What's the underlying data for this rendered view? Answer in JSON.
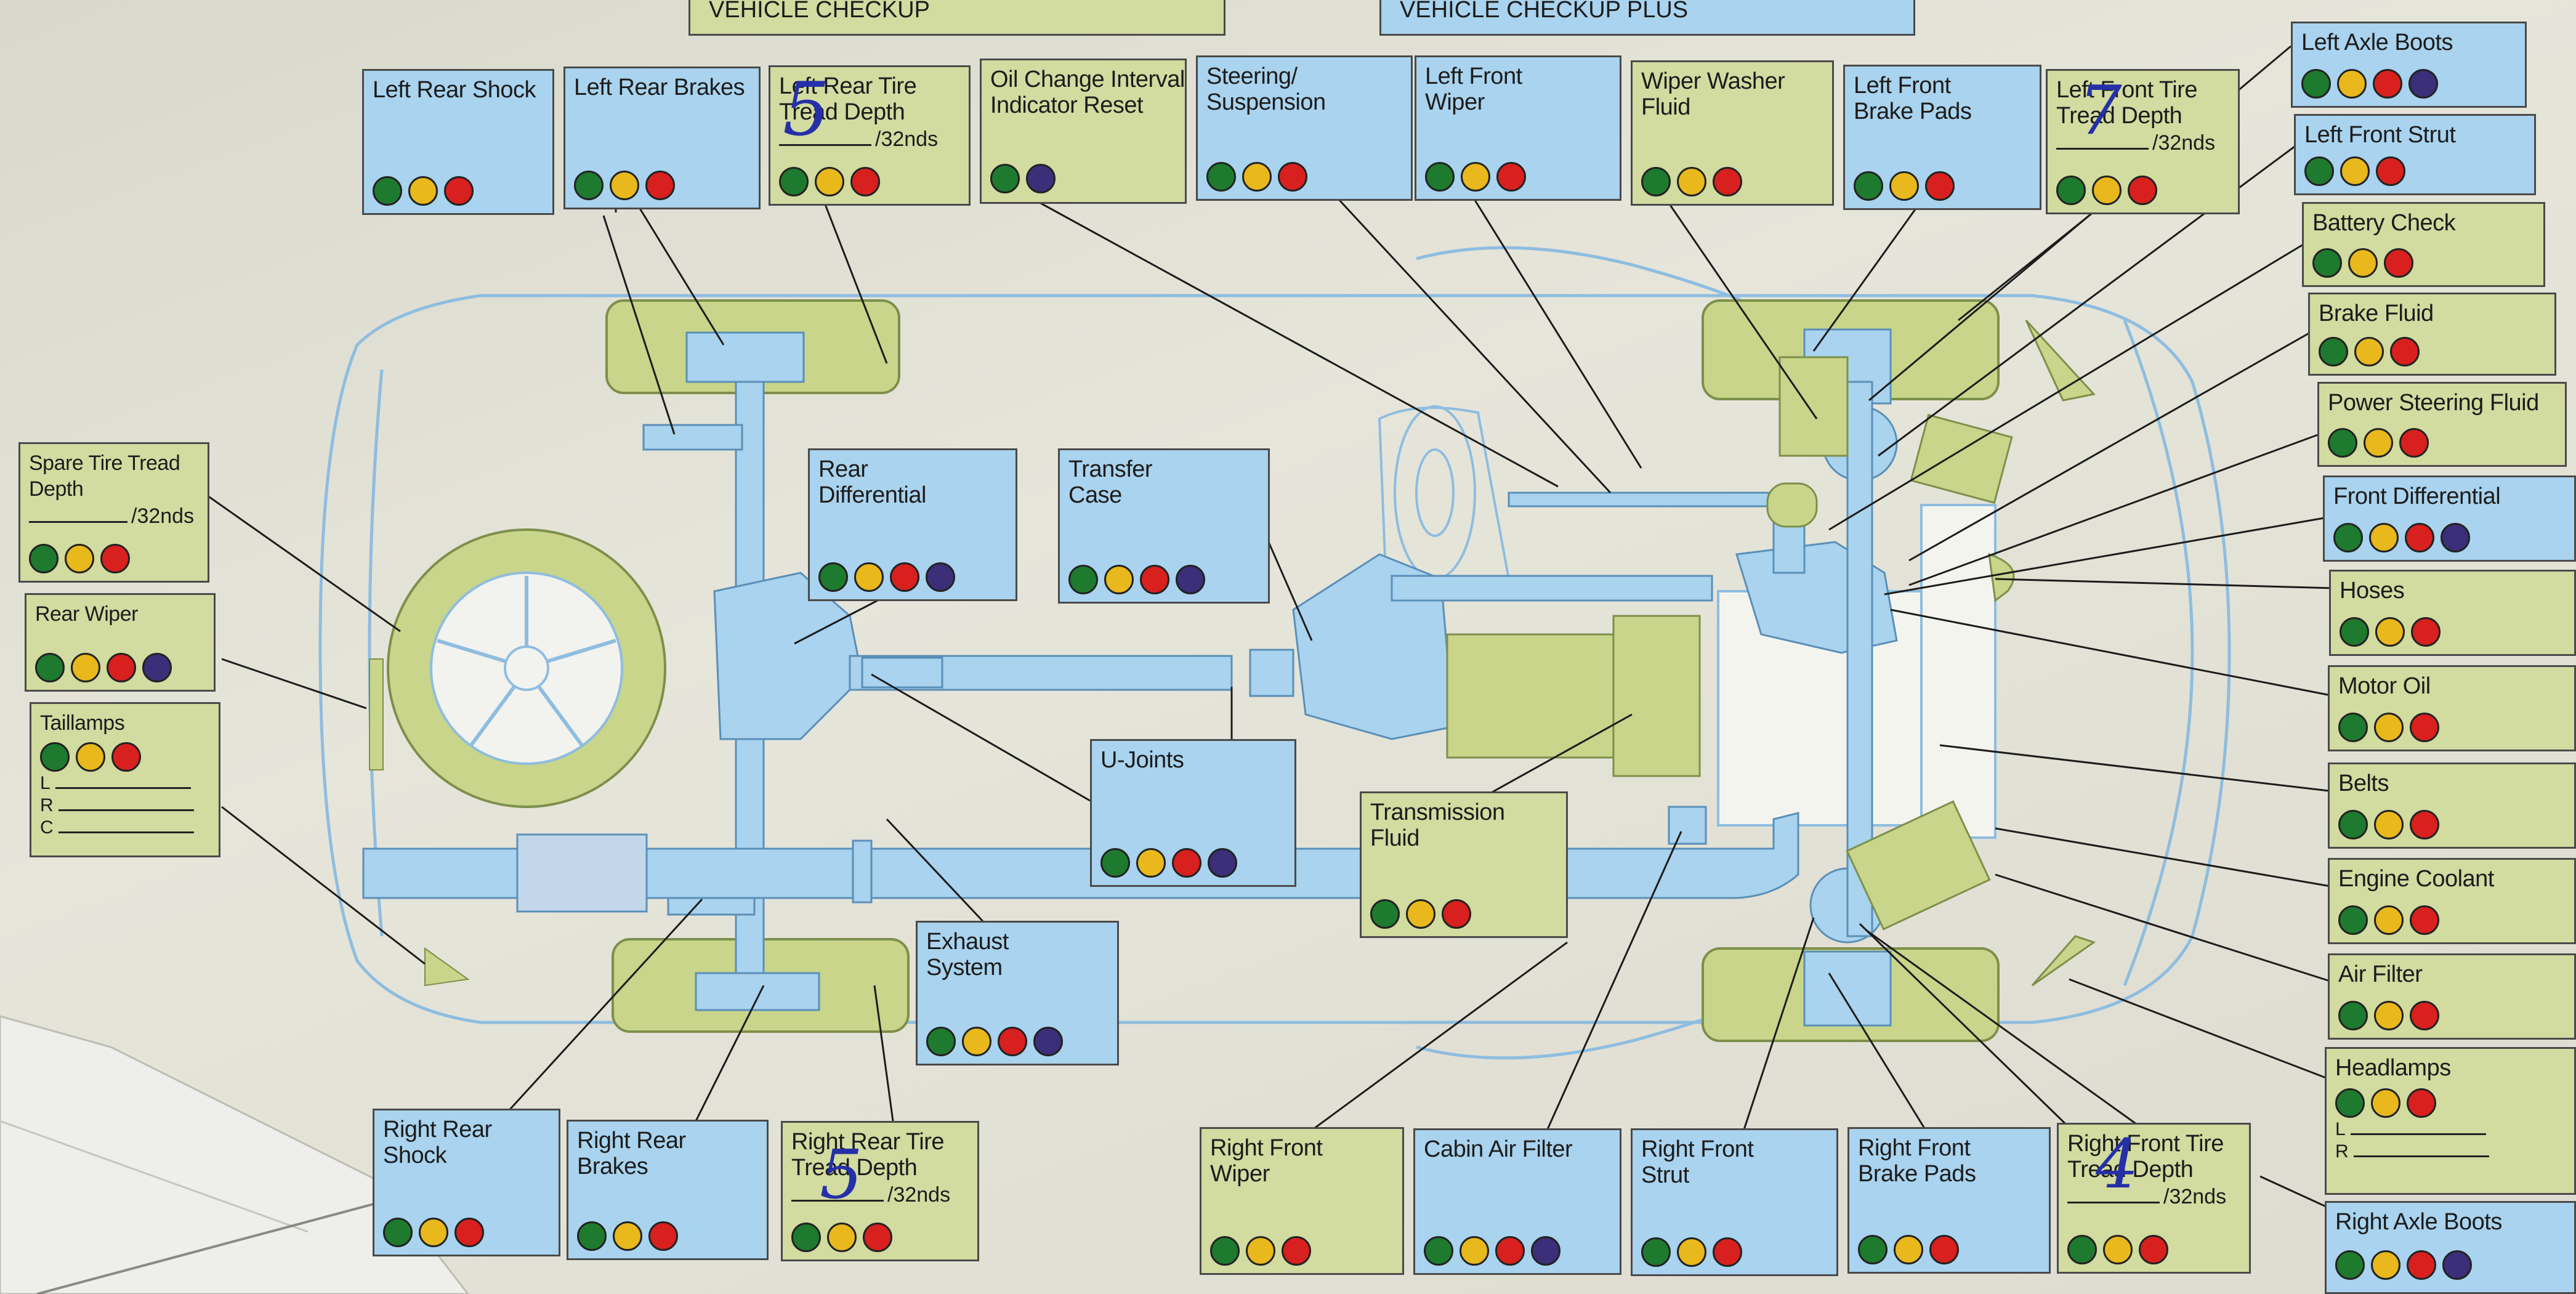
{
  "banners": {
    "checkup": "VEHICLE CHECKUP",
    "checkup_plus": "VEHICLE CHECKUP PLUS"
  },
  "colors": {
    "blue_box": "#a9d3ee",
    "green_box": "#d2dba0",
    "dot_green": "#1e7a2e",
    "dot_yellow": "#e8b81c",
    "dot_red": "#d8201e",
    "dot_purple": "#3a2f78",
    "vehicle_outline": "#8ebde0",
    "component_blue": "#a9d3ee",
    "component_green": "#c8d58a"
  },
  "labels": {
    "left_rear_shock": "Left Rear Shock",
    "left_rear_brakes": "Left Rear Brakes",
    "left_rear_tire": "Left Rear Tire Tread Depth",
    "oil_change": "Oil Change Interval Indicator Reset",
    "steering": "Steering/ Suspension",
    "left_front_wiper": "Left Front Wiper",
    "wiper_washer": "Wiper Washer Fluid",
    "left_front_brake_pads": "Left Front Brake Pads",
    "left_front_tire": "Left Front Tire Tread Depth",
    "left_axle_boots": "Left Axle Boots",
    "left_front_strut": "Left Front Strut",
    "battery_check": "Battery Check",
    "brake_fluid": "Brake Fluid",
    "power_steering": "Power Steering Fluid",
    "front_differential": "Front Differential",
    "hoses": "Hoses",
    "motor_oil": "Motor Oil",
    "belts": "Belts",
    "engine_coolant": "Engine Coolant",
    "air_filter": "Air Filter",
    "headlamps": "Headlamps",
    "right_axle_boots": "Right Axle Boots",
    "right_front_tire": "Right Front Tire Tread Depth",
    "right_front_brake_pads": "Right Front Brake Pads",
    "right_front_strut": "Right Front Strut",
    "cabin_air_filter": "Cabin Air Filter",
    "right_front_wiper": "Right Front Wiper",
    "transmission_fluid": "Transmission Fluid",
    "exhaust_system": "Exhaust System",
    "u_joints": "U-Joints",
    "right_rear_tire": "Right Rear Tire Tread Depth",
    "right_rear_brakes": "Right Rear Brakes",
    "right_rear_shock": "Right Rear Shock",
    "spare_tire": "Spare Tire Tread Depth",
    "rear_wiper": "Rear Wiper",
    "taillamps": "Taillamps",
    "rear_differential": "Rear Differential",
    "transfer_case": "Transfer Case"
  },
  "field_text": {
    "unit_32nds": "/32nds",
    "side_l": "L",
    "side_r": "R",
    "side_c": "C"
  },
  "handwritten": {
    "left_rear_tire": "5",
    "left_front_tire": "7",
    "right_rear_tire": "5",
    "right_front_tire": "4"
  },
  "indicator_sets": {
    "three": [
      "green",
      "yellow",
      "red"
    ],
    "four": [
      "green",
      "yellow",
      "red",
      "purple"
    ],
    "two": [
      "green",
      "purple"
    ]
  }
}
